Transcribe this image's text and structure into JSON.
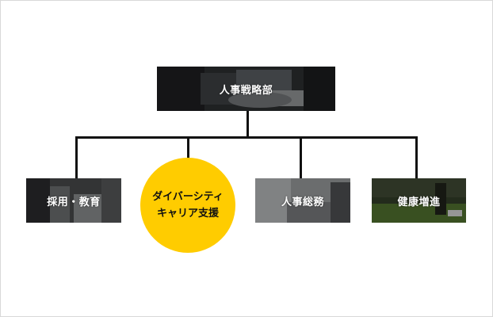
{
  "diagram": {
    "root": {
      "label": "人事戦略部",
      "image": "office-meeting-photo"
    },
    "children": [
      {
        "label": "採用・教育",
        "image": "people-photo",
        "highlight": false
      },
      {
        "label": "ダイバーシティ",
        "label2": "キャリア支援",
        "highlight": true
      },
      {
        "label": "人事総務",
        "image": "office-desk-photo",
        "highlight": false
      },
      {
        "label": "健康増進",
        "image": "running-grass-photo",
        "highlight": false
      }
    ],
    "colors": {
      "accent": "#ffcc00",
      "connector": "#111111",
      "node_text": "#ffffff",
      "border": "#d9d9d9"
    }
  }
}
